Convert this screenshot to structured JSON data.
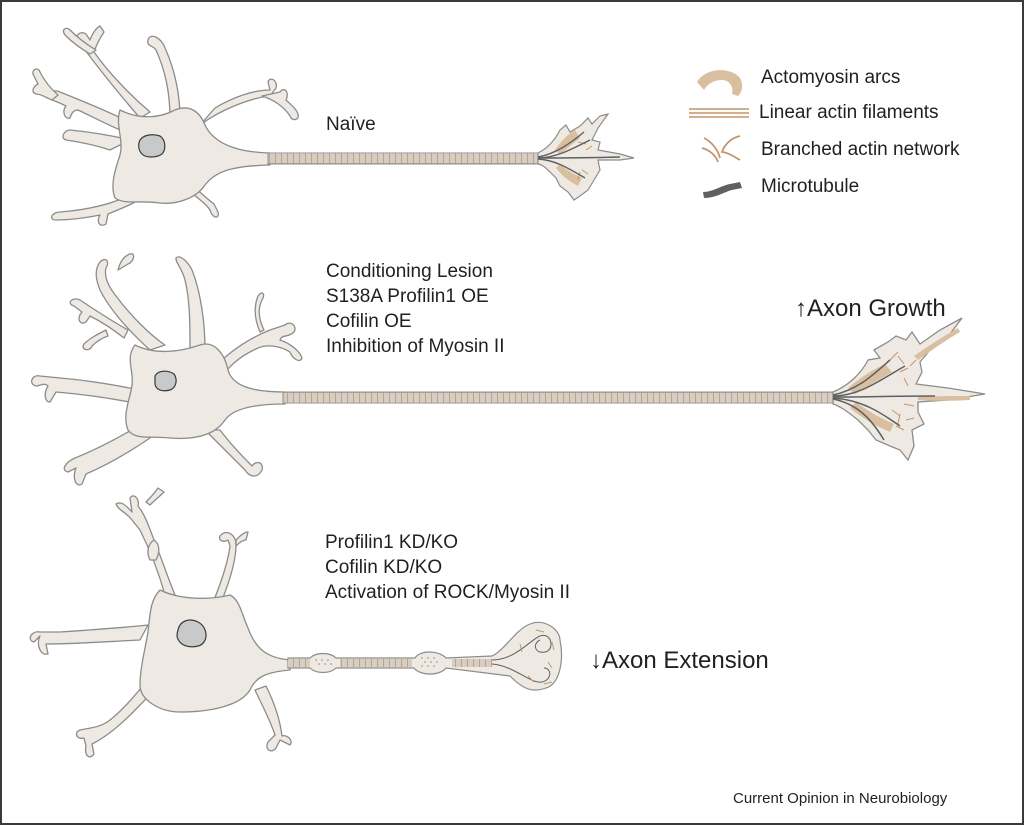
{
  "figure": {
    "credit": "Current Opinion in Neurobiology",
    "colors": {
      "cell_fill": "#eeeae3",
      "cell_stroke": "#8c8c8c",
      "nucleus_fill": "#c8c9cb",
      "nucleus_stroke": "#3a3a3a",
      "actomyosin": "#d9bfa0",
      "actin": "#c4956a",
      "microtubule": "#5f6062"
    }
  },
  "legend": {
    "items": [
      {
        "icon": "actomyosin-arc-icon",
        "label": "Actomyosin arcs"
      },
      {
        "icon": "linear-actin-icon",
        "label": "Linear actin filaments"
      },
      {
        "icon": "branched-actin-icon",
        "label": "Branched actin network"
      },
      {
        "icon": "microtubule-icon",
        "label": "Microtubule"
      }
    ]
  },
  "panels": [
    {
      "id": "naive",
      "conditions": [
        "Naïve"
      ],
      "effect": null
    },
    {
      "id": "enhanced",
      "conditions": [
        "Conditioning Lesion",
        "S138A Profilin1 OE",
        "Cofilin OE",
        "Inhibition of Myosin II"
      ],
      "effect_arrow": "↑",
      "effect": "Axon Growth"
    },
    {
      "id": "impaired",
      "conditions": [
        "Profilin1 KD/KO",
        "Cofilin KD/KO",
        "Activation of ROCK/Myosin II"
      ],
      "effect_arrow": "↓",
      "effect": "Axon Extension"
    }
  ]
}
